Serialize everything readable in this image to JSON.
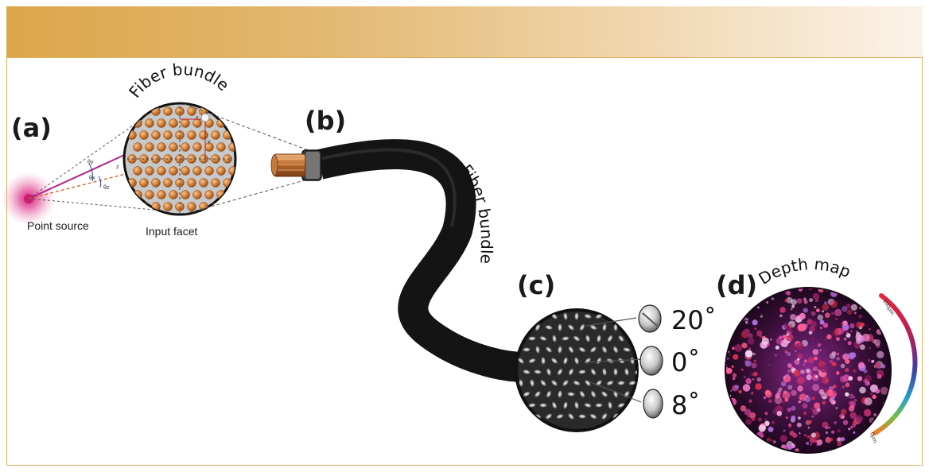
{
  "panels": {
    "a": {
      "label": "(a)",
      "bundle_title": "Fiber bundle",
      "source_label": "Point source",
      "facet_label": "Input facet",
      "theta_labels": [
        "θy",
        "θx",
        "θz"
      ],
      "axis_labels": [
        "x",
        "y",
        "z"
      ]
    },
    "b": {
      "label": "(b)",
      "bundle_label": "Fiber bundle"
    },
    "c": {
      "label": "(c)",
      "angles": [
        "20˚",
        "0˚",
        "8˚"
      ]
    },
    "d": {
      "label": "(d)",
      "title": "Depth map",
      "scale_top": "100μm",
      "scale_bottom": "0μm"
    }
  },
  "colors": {
    "banner_start": "#dca64a",
    "frame": "#e0b060",
    "fiber_core": "#d98a3c",
    "cable": "#151515",
    "source": "#d6247a"
  }
}
